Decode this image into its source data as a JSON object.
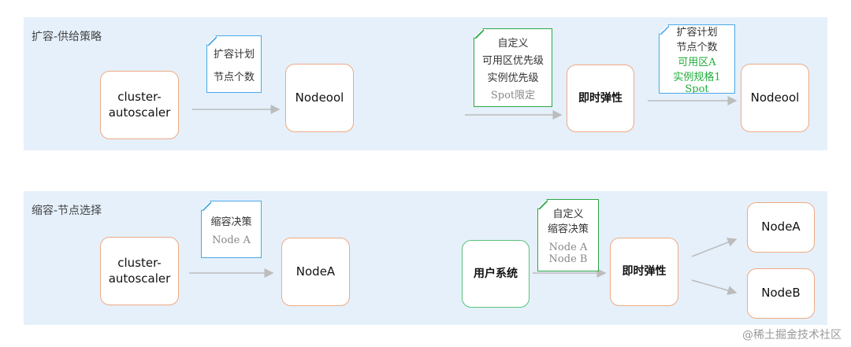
{
  "scale_up": {
    "title": "扩容-供给策略",
    "ca_label": "cluster-\nautoscaler",
    "card1": [
      "扩容计划",
      "节点个数"
    ],
    "nodepool1": "Nodeool",
    "card2": [
      "自定义",
      "可用区优先级",
      "实例优先级",
      "Spot限定"
    ],
    "elastic": "即时弹性",
    "card3": [
      "扩容计划",
      "节点个数",
      "可用区A",
      "实例规格1",
      "Spot"
    ],
    "nodepool2": "Nodeool"
  },
  "scale_down": {
    "title": "缩容-节点选择",
    "ca_label": "cluster-\nautoscaler",
    "card1": [
      "缩容决策",
      "Node A"
    ],
    "nodeA": "NodeA",
    "user_system": "用户系统",
    "card2": [
      "自定义",
      "缩容决策",
      "Node A",
      "Node B"
    ],
    "elastic": "即时弹性",
    "nodeA2": "NodeA",
    "nodeB": "NodeB"
  },
  "watermark": "@稀土掘金技术社区",
  "colors": {
    "panel_bg": "#e5f0fb",
    "node_border": "#f0a982",
    "blue_border": "#4aa8e8",
    "green_border": "#2aa845",
    "green_text": "#1fae3a",
    "arrow": "#bcbcbc"
  }
}
